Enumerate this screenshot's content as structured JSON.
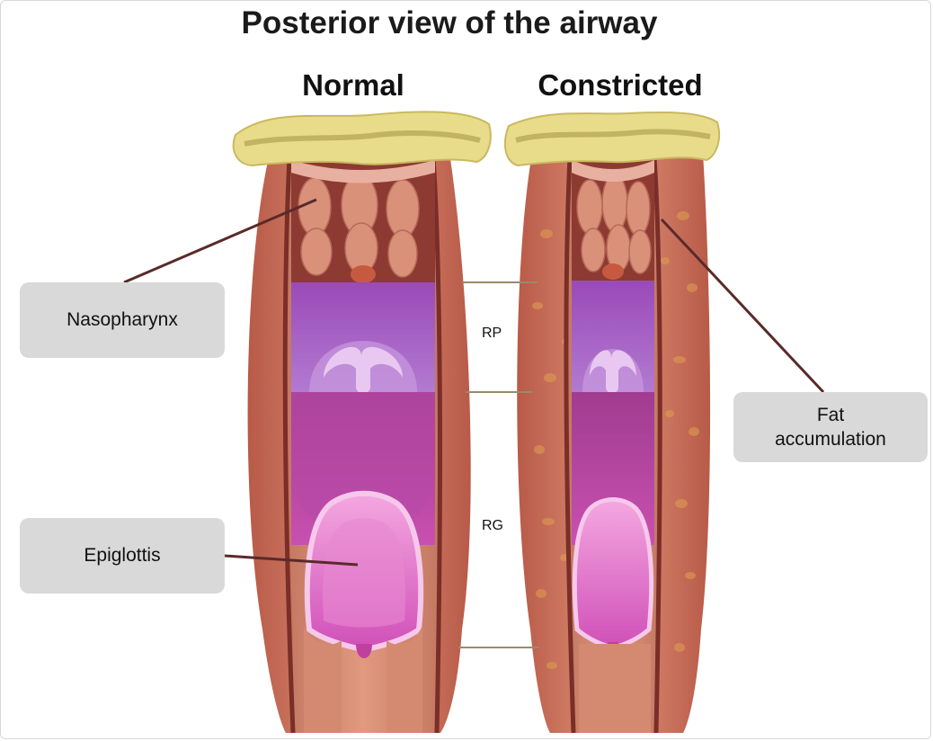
{
  "title": "Posterior view of the airway",
  "columns": {
    "normal": "Normal",
    "constricted": "Constricted"
  },
  "callouts": {
    "nasopharynx": "Nasopharynx",
    "epiglottis": "Epiglottis",
    "fat_line1": "Fat",
    "fat_line2": "accumulation"
  },
  "regions": {
    "rp": "RP",
    "rg": "RG"
  },
  "colors": {
    "muscle": "#c4705a",
    "bone": "#e8dc8a",
    "nasal": "#d9917a",
    "velum": "#a45ac0",
    "oropharynx": "#b0409a",
    "epiglottis": "#e070c8",
    "fat": "#e0a050",
    "leader": "#5a2a2a",
    "divider": "#9a8a6a"
  }
}
